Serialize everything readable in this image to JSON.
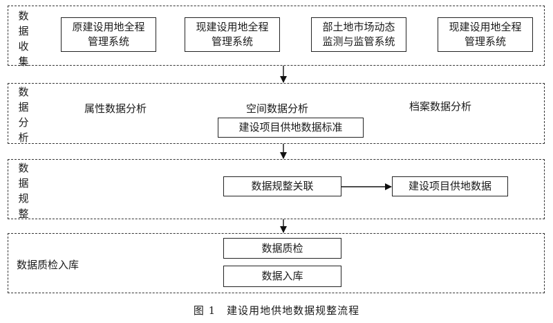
{
  "sections": {
    "collect": {
      "label": "数\n据\n收\n集",
      "systems": [
        "原建设用地全程\n管理系统",
        "现建设用地全程\n管理系统",
        "部土地市场动态\n监测与监管系统",
        "现建设用地全程\n管理系统"
      ]
    },
    "analysis": {
      "label": "数\n据\n分\n析",
      "items": [
        "属性数据分析",
        "空间数据分析",
        "档案数据分析"
      ],
      "standard": "建设项目供地数据标准"
    },
    "regulate": {
      "label": "数\n据\n规\n整",
      "relate": "数据规整关联",
      "result": "建设项目供地数据"
    },
    "quality": {
      "label": "数据质检入库",
      "check": "数据质检",
      "store": "数据入库"
    }
  },
  "caption": "图 1　建设用地供地数据规整流程"
}
